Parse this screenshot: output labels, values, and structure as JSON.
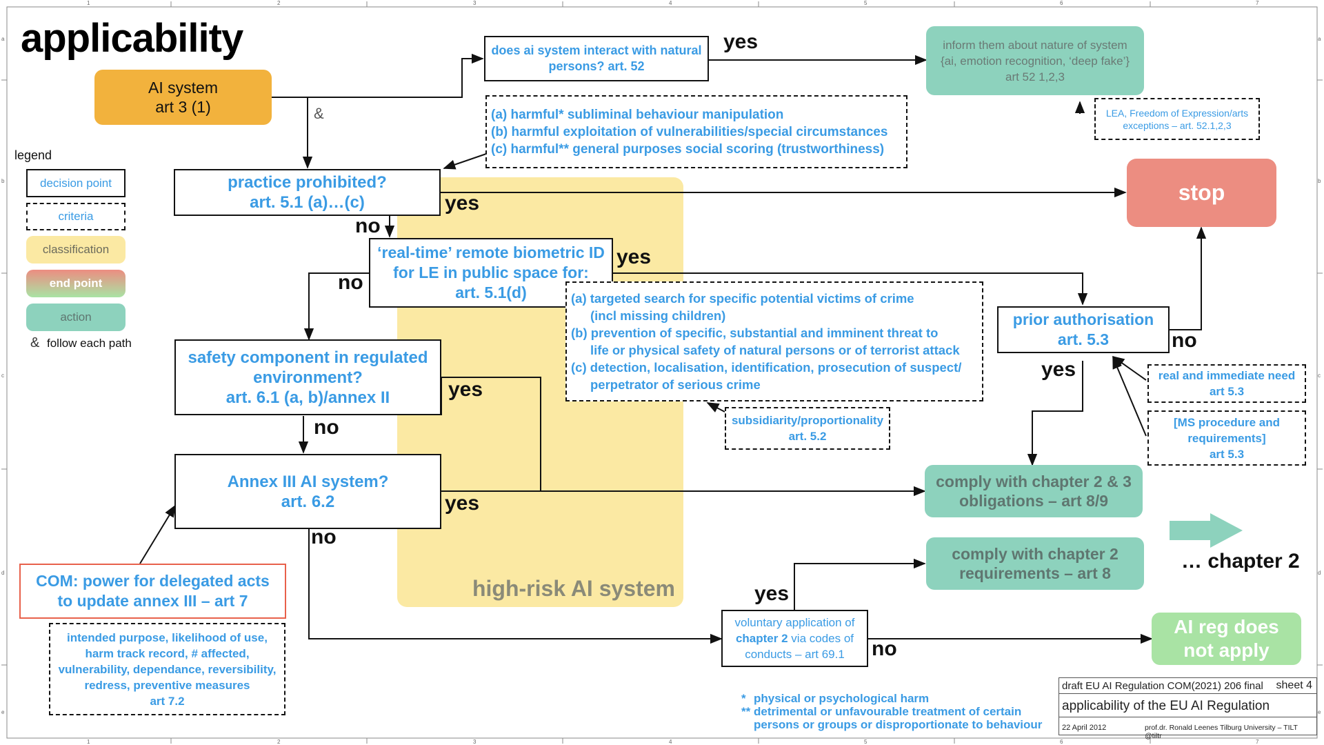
{
  "title": "applicability",
  "ai_system": {
    "line1": "AI system",
    "line2": "art 3 (1)"
  },
  "legend": {
    "heading": "legend",
    "decision_point": "decision point",
    "criteria": "criteria",
    "classification": "classification",
    "end_point": "end point",
    "action": "action",
    "amp": "&",
    "follow": "follow each path"
  },
  "amp_label": "&",
  "interact": {
    "line1": "does ai system interact with natural",
    "line2": "persons? art. 52"
  },
  "inform": {
    "line1": "inform them about nature of system",
    "line2": "{ai, emotion recognition, ‘deep fake’}",
    "line3": "art 52 1,2,3"
  },
  "lea": {
    "line1": "LEA, Freedom of Expression/arts",
    "line2": "exceptions – art. 52.1,2,3"
  },
  "prohibited_criteria": {
    "a": "(a) harmful* subliminal behaviour manipulation",
    "b": "(b) harmful exploitation of vulnerabilities/special circumstances",
    "c": "(c) harmful** general purposes social scoring (trustworthiness)"
  },
  "prohibited": {
    "line1": "practice prohibited?",
    "line2": "art. 5.1 (a)…(c)"
  },
  "stop": "stop",
  "biometric": {
    "line1": "‘real-time’ remote biometric ID",
    "line2": "for LE in public space for:",
    "line3": "art. 5.1(d)"
  },
  "biometric_criteria": {
    "a1": "(a) targeted search for specific potential victims of crime",
    "a2": "(incl missing children)",
    "b1": "(b) prevention of specific, substantial and imminent threat to",
    "b2": "life or physical safety of natural persons or of terrorist attack",
    "c1": "(c) detection, localisation, identification, prosecution of suspect/",
    "c2": "perpetrator of serious crime"
  },
  "prior_auth": {
    "line1": "prior authorisation",
    "line2": "art. 5.3"
  },
  "real_need": {
    "line1": "real and immediate need",
    "line2": "art 5.3"
  },
  "ms_proc": {
    "line1": "[MS procedure and",
    "line2": "requirements]",
    "line3": "art 5.3"
  },
  "subsidiarity": {
    "line1": "subsidiarity/proportionality",
    "line2": "art. 5.2"
  },
  "safety": {
    "line1": "safety component in regulated",
    "line2": "environment?",
    "line3": "art. 6.1 (a, b)/annex II"
  },
  "annex": {
    "line1": "Annex III AI system?",
    "line2": "art. 6.2"
  },
  "com": {
    "line1": "COM: power for delegated acts",
    "line2": "to update annex III – art 7"
  },
  "com_criteria": {
    "line1": "intended purpose, likelihood of use,",
    "line2": "harm track record, # affected,",
    "line3": "vulnerability, dependance, reversibility,",
    "line4": "redress, preventive measures",
    "line5": "art 7.2"
  },
  "high_risk": "high-risk AI system",
  "comply23": {
    "line1": "comply with chapter 2 & 3",
    "line2": "obligations – art 8/9"
  },
  "comply2": {
    "line1": "comply with chapter 2",
    "line2": "requirements – art 8"
  },
  "chapter2": "… chapter 2",
  "voluntary": {
    "line1": "voluntary application of",
    "line2a": "chapter 2",
    "line2b": " via codes of",
    "line3": "conducts – art 69.1"
  },
  "not_apply": {
    "line1": "AI reg does",
    "line2": "not apply"
  },
  "labels": {
    "yes": "yes",
    "no": "no"
  },
  "footnotes": {
    "star1": "*",
    "note1": "physical or psychological harm",
    "star2": "**",
    "note2a": "detrimental or unfavourable treatment of certain",
    "note2b": "persons or groups or disproportionate to behaviour"
  },
  "titleblock": {
    "draft": "draft EU AI Regulation COM(2021) 206 final",
    "sheet": "sheet 4",
    "subject": "applicability of the EU AI Regulation",
    "date": "22 April 2012",
    "author": "prof.dr. Ronald Leenes  Tilburg University – TILT @tiltr"
  },
  "colors": {
    "decision_text": "#3a9be4",
    "ai_system": "#f2b23d",
    "classification": "#fbe9a3",
    "action": "#8dd2bd",
    "stop": "#ec8d81",
    "not_apply": "#a9e3a4",
    "com_border": "#e8604a"
  },
  "grid": {
    "cols": [
      "1",
      "2",
      "3",
      "4",
      "5",
      "6",
      "7"
    ],
    "rows": [
      "a",
      "b",
      "c",
      "d",
      "e"
    ]
  }
}
